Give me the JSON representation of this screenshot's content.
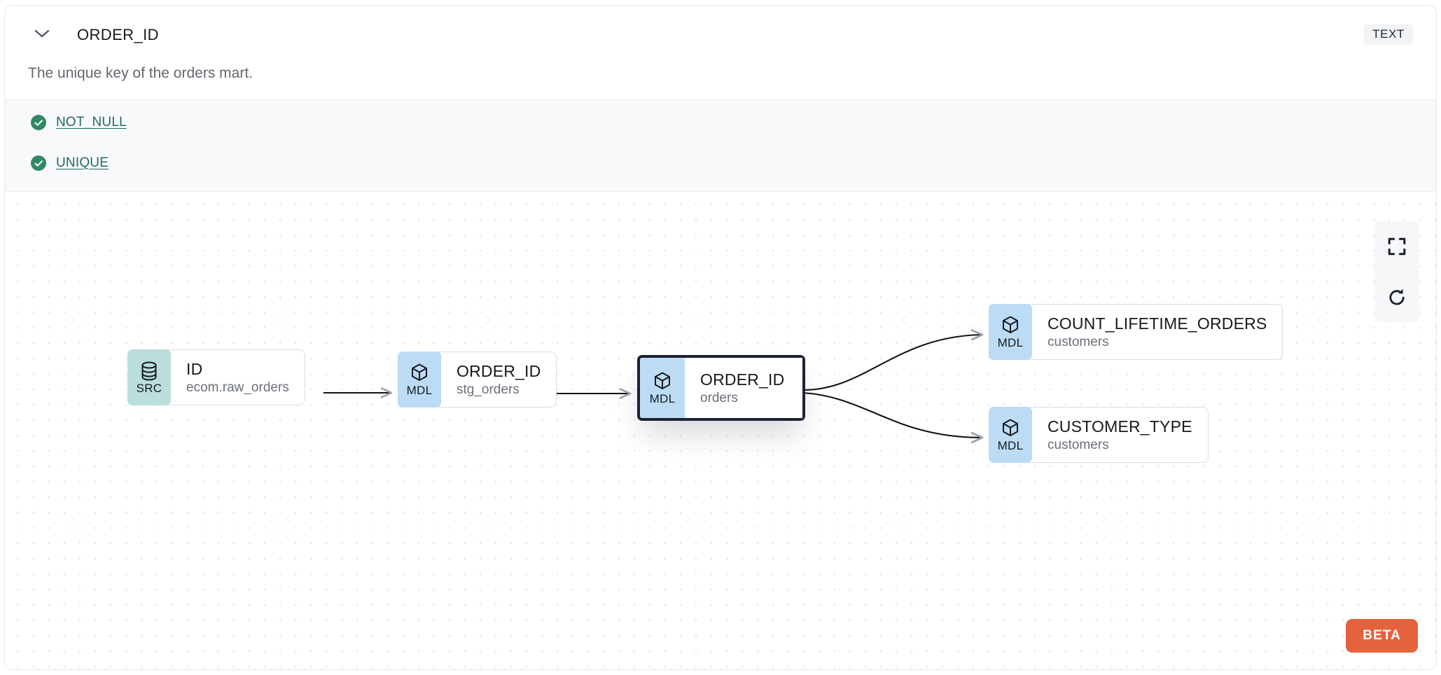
{
  "header": {
    "chevron_icon": "chevron-down-icon",
    "column_name": "ORDER_ID",
    "type_badge": "TEXT"
  },
  "description": "The unique key of the orders mart.",
  "tests": {
    "items": [
      {
        "icon": "check-circle-icon",
        "label": "NOT_NULL",
        "status_color": "#2f8a63"
      },
      {
        "icon": "check-circle-icon",
        "label": "UNIQUE",
        "status_color": "#2f8a63"
      }
    ]
  },
  "lineage": {
    "nodes": [
      {
        "id": "src",
        "badge": "SRC",
        "badge_icon": "database-icon",
        "badge_color": "#b9dedb",
        "name": "ID",
        "source": "ecom.raw_orders",
        "selected": false
      },
      {
        "id": "stg",
        "badge": "MDL",
        "badge_icon": "cube-icon",
        "badge_color": "#bcdcf5",
        "name": "ORDER_ID",
        "source": "stg_orders",
        "selected": false
      },
      {
        "id": "orders",
        "badge": "MDL",
        "badge_icon": "cube-icon",
        "badge_color": "#bcdcf5",
        "name": "ORDER_ID",
        "source": "orders",
        "selected": true
      },
      {
        "id": "count",
        "badge": "MDL",
        "badge_icon": "cube-icon",
        "badge_color": "#bcdcf5",
        "name": "COUNT_LIFETIME_ORDERS",
        "source": "customers",
        "selected": false
      },
      {
        "id": "custtype",
        "badge": "MDL",
        "badge_icon": "cube-icon",
        "badge_color": "#bcdcf5",
        "name": "CUSTOMER_TYPE",
        "source": "customers",
        "selected": false
      }
    ]
  },
  "controls": [
    {
      "name": "fit-view-button",
      "icon": "fit-screen-icon"
    },
    {
      "name": "reset-button",
      "icon": "refresh-icon"
    }
  ],
  "beta": {
    "label": "BETA",
    "color": "#e4633c"
  }
}
